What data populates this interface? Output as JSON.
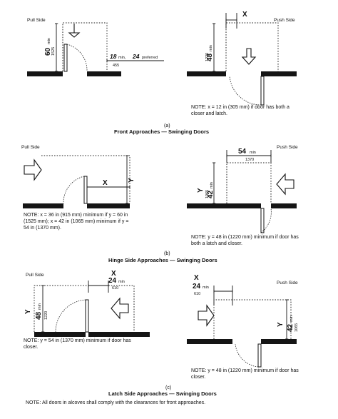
{
  "front": {
    "pull_side": "Pull Side",
    "push_side": "Push Side",
    "dim_60": "60",
    "dim_60_min": "min",
    "dim_60_mm": "1525",
    "dim_18": "18",
    "dim_18_min": "min,",
    "dim_24": "24",
    "dim_preferred": "preferred",
    "dim_455": "455",
    "dim_x": "X",
    "dim_48": "48",
    "dim_48_min": "min",
    "dim_48_mm": "1220",
    "note": [
      "NOTE: x = 12 in (305 mm) if door has both a",
      "closer and latch."
    ],
    "label": "(a)",
    "caption": "Front Approaches — Swinging Doors"
  },
  "hinge": {
    "pull_side": "Pull Side",
    "push_side": "Push Side",
    "dim_x": "X",
    "dim_y": "Y",
    "dim_54": "54",
    "dim_54_min": "min",
    "dim_54_mm": "1370",
    "dim_42": "42",
    "dim_42_min": "min",
    "dim_42_mm": "1065",
    "note_left": [
      "NOTE: x = 36 in (915 mm) minimum if y = 60 in",
      "(1525 mm); x = 42 in (1065 mm) minimum if y =",
      "54 in (1370 mm)."
    ],
    "note_right": [
      "NOTE: y = 48 in (1220 mm) minimum if door has",
      "both a latch and closer."
    ],
    "label": "(b)",
    "caption": "Hinge Side Approaches — Swinging Doors"
  },
  "latch": {
    "pull_side": "Pull Side",
    "push_side": "Push Side",
    "dim_x": "X",
    "dim_24": "24",
    "dim_24_min": "min",
    "dim_24_mm": "610",
    "dim_y": "Y",
    "dim_48": "48",
    "dim_48_min": "min",
    "dim_48_mm": "1220",
    "dim_42": "42",
    "dim_42_min": "min",
    "dim_42_mm": "1065",
    "note_left": [
      "NOTE: y = 54 in (1370 mm) minimum if door has",
      "closer."
    ],
    "note_right": [
      "NOTE: y = 48 in (1220 mm) minimum if door has",
      "closer."
    ],
    "label": "(c)",
    "caption": "Latch Side Approaches — Swinging Doors",
    "footnote": "NOTE: All doors in alcoves shall comply with the clearances for front approaches."
  }
}
